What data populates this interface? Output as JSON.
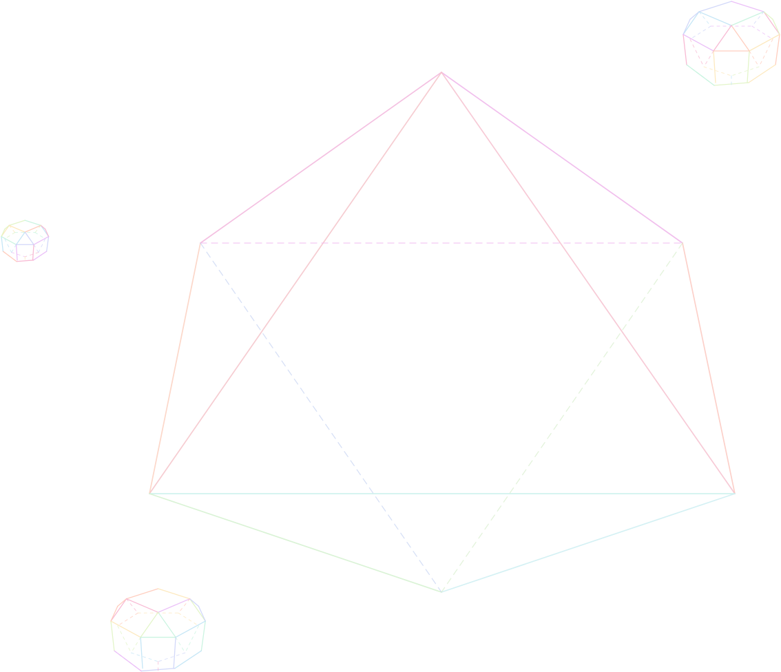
{
  "background": "#ffffff",
  "palette": [
    "#e9b9f7",
    "#f7b3cf",
    "#ffc9b8",
    "#fde7b8",
    "#e0f4c3",
    "#c5f3de",
    "#bfe3f5",
    "#cdd4f8"
  ],
  "solids": [
    {
      "name": "large-octahedron",
      "kind": "octahedron"
    },
    {
      "name": "small-polyhedron-top-right",
      "kind": "truncated-polyhedron"
    },
    {
      "name": "small-polyhedron-left",
      "kind": "truncated-polyhedron"
    },
    {
      "name": "small-polyhedron-bottom-left",
      "kind": "truncated-polyhedron"
    }
  ]
}
